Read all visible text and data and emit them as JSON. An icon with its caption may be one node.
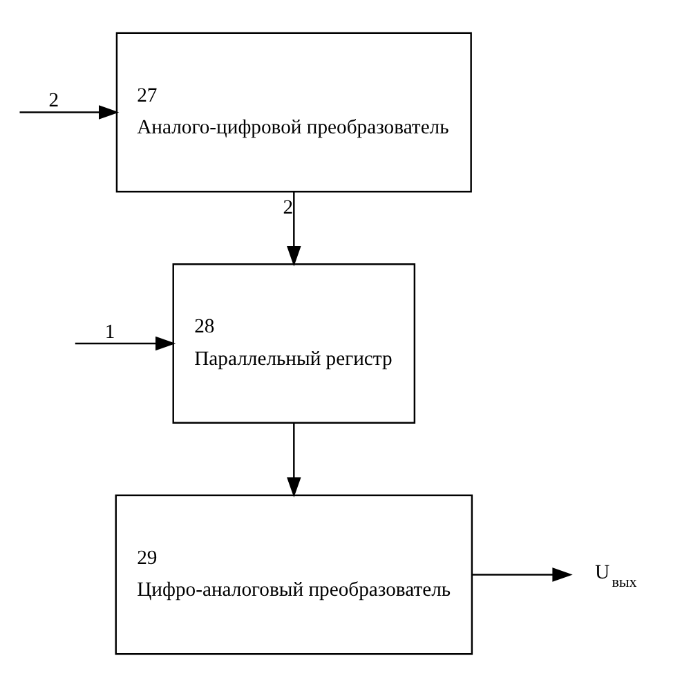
{
  "diagram": {
    "nodes": [
      {
        "text": [
          "27",
          "Аналого-цифровой преобразователь"
        ]
      },
      {
        "text": [
          "28",
          "Параллельный регистр"
        ]
      },
      {
        "text": [
          "29",
          "Цифро-аналоговый преобразователь"
        ]
      },
      {
        "text": [
          "U$_{вых}$"
        ]
      }
    ],
    "edges": [
      {
        "from": null,
        "to": 0,
        "arrow": "to",
        "label": "2"
      },
      {
        "from": 0,
        "to": 1,
        "arrow": "to",
        "label": "2"
      },
      {
        "from": null,
        "to": 1,
        "arrow": "to",
        "label": "1"
      },
      {
        "from": 1,
        "to": 2,
        "arrow": "to"
      },
      {
        "from": 2,
        "to": 3,
        "arrow": "to"
      }
    ]
  }
}
